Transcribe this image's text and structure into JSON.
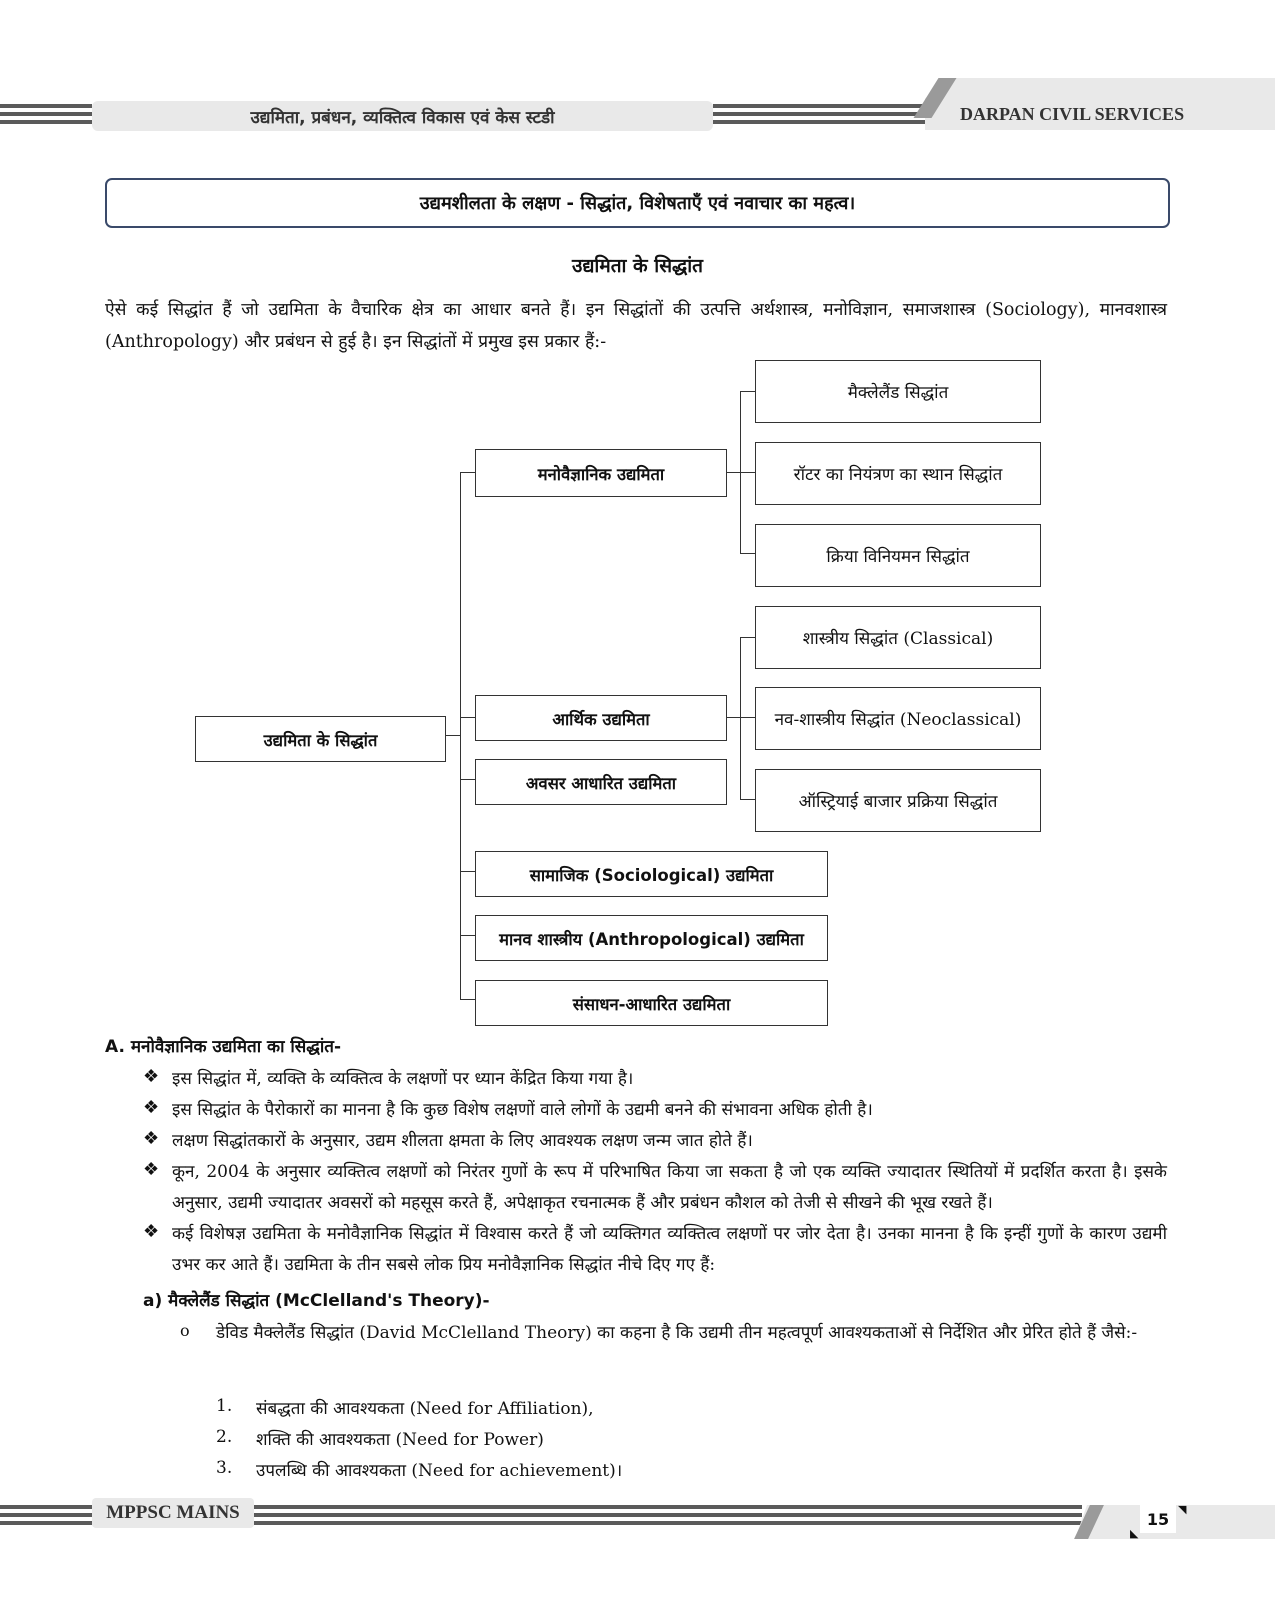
{
  "header": {
    "left_title": "उद्यमिता, प्रबंधन, व्यक्तित्व विकास एवं केस स्टडी",
    "right_title": "DARPAN CIVIL SERVICES"
  },
  "title_box": "उद्यमशीलता के लक्षण - सिद्धांत, विशेषताएँ एवं नवाचार का महत्व।",
  "subheading": "उद्यमिता के सिद्धांत",
  "intro": "ऐसे कई सिद्धांत हैं जो उद्यमिता के वैचारिक क्षेत्र का आधार बनते हैं। इन सिद्धांतों की उत्पत्ति अर्थशास्त्र, मनोविज्ञान, समाजशास्त्र (Sociology), मानवशास्त्र (Anthropology) और प्रबंधन से हुई है। इन सिद्धांतों में प्रमुख इस प्रकार हैं:-",
  "diagram": {
    "root": "उद्यमिता के सिद्धांत",
    "branches": [
      "मनोवैज्ञानिक उद्यमिता",
      "आर्थिक उद्यमिता",
      "अवसर आधारित उद्यमिता",
      "सामाजिक (Sociological) उद्यमिता",
      "मानव शास्त्रीय (Anthropological) उद्यमिता",
      "संसाधन-आधारित उद्यमिता"
    ],
    "psych_leaves": [
      "मैक्लेलैंड सिद्धांत",
      "रॉटर का नियंत्रण का स्थान सिद्धांत",
      "क्रिया विनियमन सिद्धांत"
    ],
    "econ_leaves": [
      "शास्त्रीय सिद्धांत (Classical)",
      "नव-शास्त्रीय सिद्धांत (Neoclassical)",
      "ऑस्ट्रियाई बाजार प्रक्रिया सिद्धांत"
    ]
  },
  "section_a": {
    "heading": "A. मनोवैज्ञानिक उद्यमिता का सिद्धांत-",
    "bullet_symbol": "❖",
    "bullets": [
      "इस सिद्धांत में, व्यक्ति के व्यक्तित्व के लक्षणों पर ध्यान केंद्रित किया गया है।",
      "इस सिद्धांत के पैरोकारों का मानना है कि कुछ विशेष लक्षणों वाले लोगों के उद्यमी बनने की संभावना अधिक होती है।",
      "लक्षण सिद्धांतकारों के अनुसार, उद्यम शीलता क्षमता के लिए आवश्यक लक्षण जन्म जात होते हैं।",
      "कून, 2004 के अनुसार व्यक्तित्व लक्षणों को निरंतर गुणों के रूप में परिभाषित किया जा सकता है जो एक व्यक्ति ज्यादातर स्थितियों में प्रदर्शित करता है। इसके अनुसार, उद्यमी ज्यादातर अवसरों को महसूस करते हैं, अपेक्षाकृत रचनात्मक हैं और प्रबंधन कौशल को तेजी से सीखने की भूख रखते हैं।",
      "कई विशेषज्ञ उद्यमिता के मनोवैज्ञानिक सिद्धांत में विश्वास करते हैं जो व्यक्तिगत व्यक्तित्व लक्षणों पर जोर देता है। उनका मानना है कि इन्हीं गुणों के कारण उद्यमी उभर कर आते हैं। उद्यमिता के तीन सबसे लोक प्रिय मनोवैज्ञानिक सिद्धांत नीचे दिए गए हैं:"
    ],
    "sub_a": "a)  मैक्लेलैंड सिद्धांत (McClelland's Theory)-",
    "circle_symbol": "o",
    "circle_text": "डेविड मैक्लेलैंड सिद्धांत (David McClelland Theory) का कहना है कि उद्यमी तीन महत्वपूर्ण आवश्यकताओं से निर्देशित और प्रेरित होते हैं जैसे:-",
    "needs": [
      {
        "num": "1.",
        "text": "संबद्धता की आवश्यकता (Need for Affiliation),"
      },
      {
        "num": "2.",
        "text": "शक्ति की आवश्यकता (Need for Power)"
      },
      {
        "num": "3.",
        "text": "उपलब्धि की आवश्यकता (Need for achievement)।"
      }
    ]
  },
  "footer": {
    "label": "MPPSC MAINS",
    "page": "15"
  }
}
